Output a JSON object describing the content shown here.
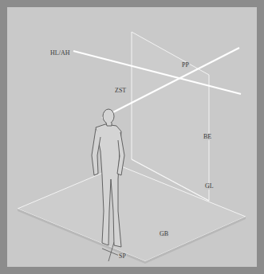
{
  "diagram": {
    "labels": [
      "HL/AH",
      "PP",
      "ZST",
      "BE",
      "GL",
      "GB",
      "SP"
    ]
  }
}
